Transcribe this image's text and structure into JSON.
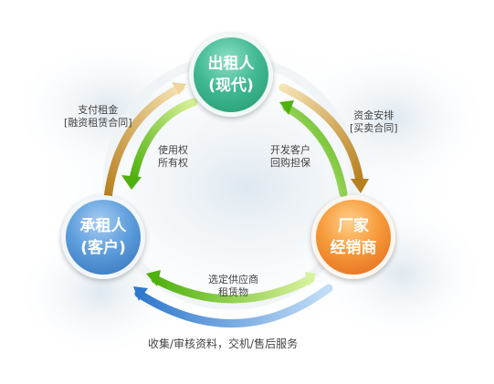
{
  "nodes": {
    "lessor": {
      "line1": "出租人",
      "line2": "(现代)"
    },
    "lessee": {
      "line1": "承租人",
      "line2": "(客户)"
    },
    "maker": {
      "line1": "厂家",
      "line2": "经销商"
    }
  },
  "labels": {
    "pay_rent": {
      "line1": "支付租金",
      "line2": "[融资租赁合同]"
    },
    "funds": {
      "line1": "资金安排",
      "line2": "[买卖合同]"
    },
    "use_rights": {
      "line1": "使用权",
      "line2": "所有权"
    },
    "develop": {
      "line1": "开发客户",
      "line2": "回购担保"
    },
    "select": {
      "line1": "选定供应商",
      "line2": "租赁物"
    },
    "bottom": "收集/审核资料，交机/售后服务"
  },
  "colors": {
    "lessor": "#3fb890",
    "lessee": "#5a9bdc",
    "maker": "#f39033",
    "outer_arrow_gold": "#d9a84a",
    "inner_arrow_green": "#6cc61e",
    "bottom_arrow_blue": "#3f86d6"
  }
}
